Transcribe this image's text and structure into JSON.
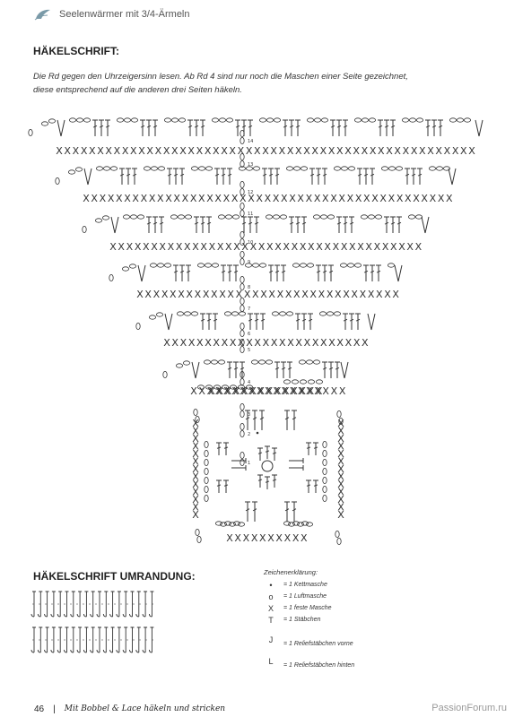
{
  "header": {
    "text": "Seelenwärmer mit 3/4-Ärmeln",
    "icon": "leaf-icon"
  },
  "section_title": "HÄKELSCHRIFT:",
  "intro_lines": [
    "Die Rd gegen den Uhrzeigersinn lesen. Ab Rd 4 sind nur noch die Maschen einer Seite gezeichnet,",
    "diese entsprechend auf die anderen drei Seiten häkeln."
  ],
  "round_labels": [
    "1",
    "2",
    "3",
    "4",
    "5",
    "6",
    "7",
    "8",
    "9",
    "10",
    "11",
    "12",
    "13",
    "14"
  ],
  "border_title": "HÄKELSCHRIFT UMRANDUNG:",
  "legend": {
    "title": "Zeichenerklärung:",
    "items": [
      {
        "symbol": "•",
        "label": "= 1 Kettmasche"
      },
      {
        "symbol": "o",
        "label": "= 1 Luftmasche"
      },
      {
        "symbol": "X",
        "label": "= 1 feste Masche"
      },
      {
        "symbol": "T",
        "label": "= 1 Stäbchen"
      },
      {
        "symbol": "J",
        "label": "= 1 Reliefstäbchen vorne"
      },
      {
        "symbol": "L",
        "label": "= 1 Reliefstäbchen hinten"
      }
    ]
  },
  "footer": {
    "page": "46",
    "title": "Mit Bobbel & Lace häkeln und stricken"
  },
  "watermark": "PassionForum.ru"
}
